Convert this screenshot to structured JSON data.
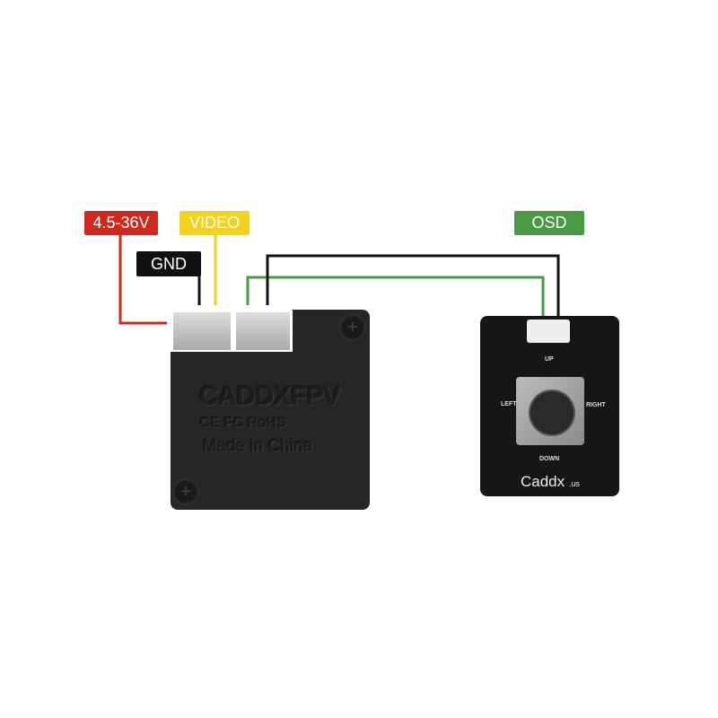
{
  "labels": {
    "power": "4.5-36V",
    "video": "VIDEO",
    "gnd": "GND",
    "osd": "OSD"
  },
  "camera": {
    "brand": "CADDXFPV",
    "certs": "CE FC RoHS",
    "origin": "Made in China"
  },
  "osd_board": {
    "up": "UP",
    "down": "DOWN",
    "left": "LEFT",
    "right": "RIGHT",
    "brand": "Caddx",
    "suffix": ".us"
  },
  "colors": {
    "red": "#d0281c",
    "yellow": "#f2d11f",
    "black": "#111111",
    "green": "#4a9a45"
  }
}
